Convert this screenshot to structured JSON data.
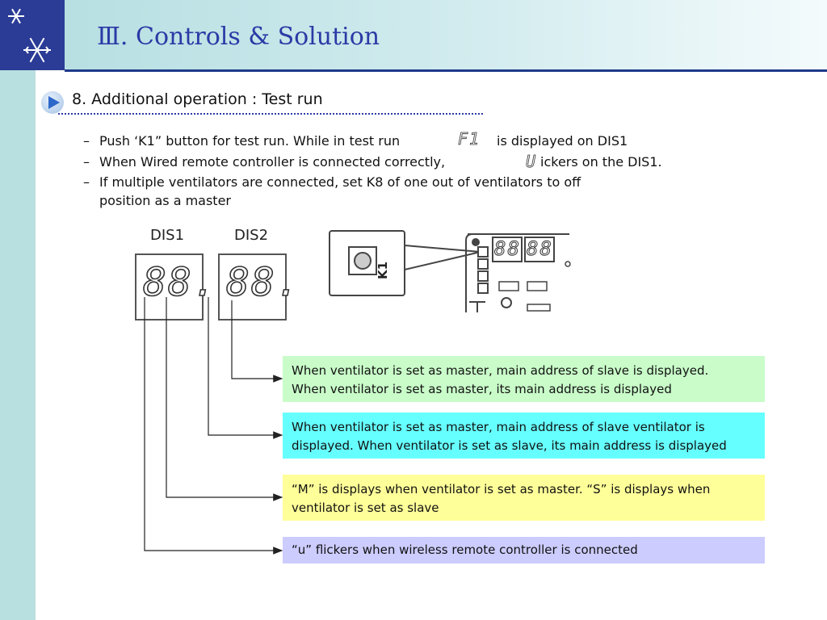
{
  "header": {
    "title": "Ⅲ. Controls & Solution",
    "logo_icon": "snowflake-icon"
  },
  "section": {
    "title": "8. Additional operation : Test run",
    "icon": "play-bullet-icon"
  },
  "bullets": [
    {
      "dash": "–",
      "parts": [
        "Push ‘K1” button for test run. While in test run",
        "is displayed on DIS1"
      ],
      "glyph": "F1"
    },
    {
      "dash": "–",
      "parts": [
        "When Wired remote controller is connected correctly,",
        "ickers on the DIS1."
      ],
      "glyph": "U"
    },
    {
      "dash": "–",
      "lines": [
        "If multiple ventilators are connected, set K8 of one out of ventilators to off",
        "position as a master"
      ]
    }
  ],
  "displays": [
    {
      "label": "DIS1",
      "digits": "88."
    },
    {
      "label": "DIS2",
      "digits": "88."
    }
  ],
  "board": {
    "k1_label": "K1",
    "board_digits": [
      "88",
      "88"
    ]
  },
  "info_boxes": [
    {
      "color": "#c9fcc9",
      "lines": [
        "When ventilator is set as master, main address of slave is displayed.",
        "When ventilator is set as master, its main address is displayed"
      ]
    },
    {
      "color": "#66ffff",
      "lines": [
        "When ventilator is set as master, main address of slave ventilator is",
        "displayed. When ventilator is set as slave, its main address is displayed"
      ]
    },
    {
      "color": "#ffff99",
      "lines": [
        "“M” is displays when ventilator is set as master. “S” is displays when",
        "ventilator is set as slave"
      ]
    },
    {
      "color": "#ccccff",
      "lines": [
        "“u” flickers when wireless remote controller is connected"
      ]
    }
  ]
}
